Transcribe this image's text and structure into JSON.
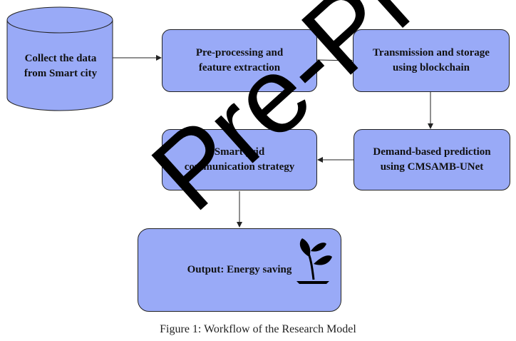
{
  "diagram": {
    "nodes": {
      "collect": {
        "line1": "Collect the data",
        "line2": "from Smart city"
      },
      "preprocess": {
        "line1": "Pre-processing and",
        "line2": "feature extraction"
      },
      "transmission": {
        "line1": "Transmission and storage",
        "line2": "using blockchain"
      },
      "demand": {
        "line1": "Demand-based prediction",
        "line2": "using CMSAMB-UNet"
      },
      "smartgrid": {
        "line1": "Smart grid",
        "line2": "communication strategy"
      },
      "output": {
        "line1": "Output: Energy saving"
      }
    },
    "caption": "Figure 1: Workflow of the Research Model",
    "colors": {
      "box_fill": "#99aaf7",
      "border": "#222222",
      "watermark": "#000000"
    }
  },
  "watermark": {
    "text": "Pre-Proof"
  }
}
